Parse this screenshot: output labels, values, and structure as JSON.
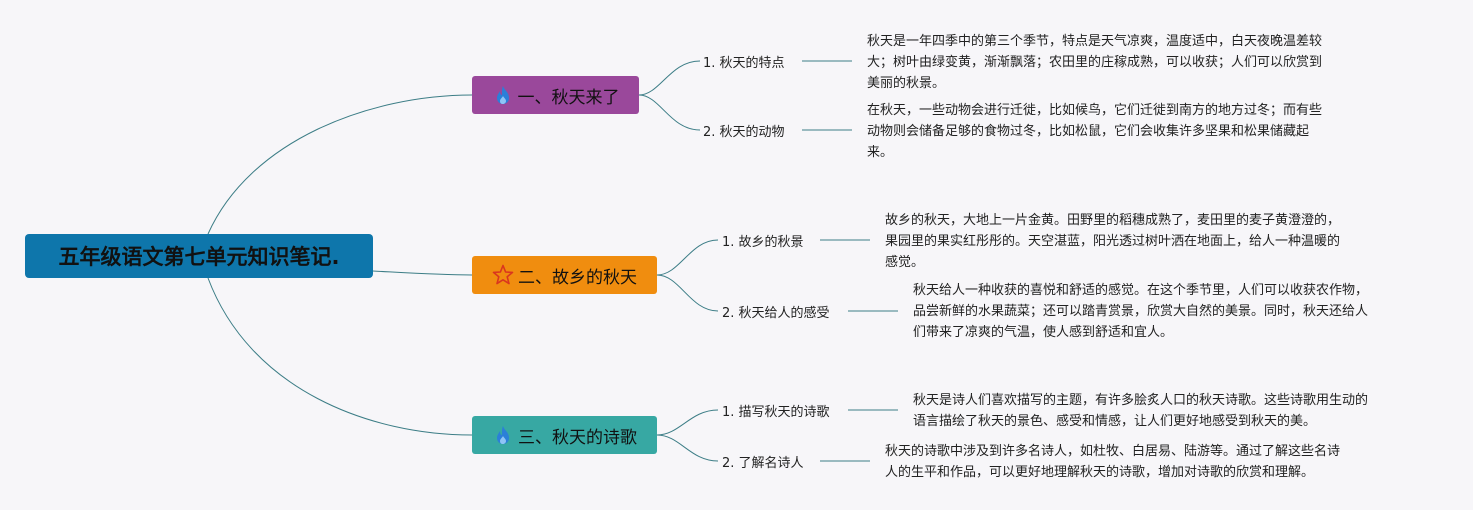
{
  "title": "五年级语文第七单元知识笔记.",
  "colors": {
    "root": "#0e76ab",
    "branch1": "#9a489b",
    "branch2": "#f08d0f",
    "branch3": "#37a8a3",
    "line": "#3c7d86"
  },
  "branches": [
    {
      "label": "一、秋天来了",
      "icon": "flame-icon",
      "children": [
        {
          "label": "1. 秋天的特点",
          "note_lines": [
            "秋天是一年四季中的第三个季节，特点是天气凉爽，温度适中，白天夜晚温差较",
            "大；树叶由绿变黄，渐渐飘落；农田里的庄稼成熟，可以收获；人们可以欣赏到",
            "美丽的秋景。"
          ]
        },
        {
          "label": "2. 秋天的动物",
          "note_lines": [
            "在秋天，一些动物会进行迁徙，比如候鸟，它们迁徙到南方的地方过冬；而有些",
            "动物则会储备足够的食物过冬，比如松鼠，它们会收集许多坚果和松果储藏起",
            "来。"
          ]
        }
      ]
    },
    {
      "label": "二、故乡的秋天",
      "icon": "star-icon",
      "children": [
        {
          "label": "1. 故乡的秋景",
          "note_lines": [
            "故乡的秋天，大地上一片金黄。田野里的稻穗成熟了，麦田里的麦子黄澄澄的，",
            "果园里的果实红彤彤的。天空湛蓝，阳光透过树叶洒在地面上，给人一种温暖的",
            "感觉。"
          ]
        },
        {
          "label": "2. 秋天给人的感受",
          "note_lines": [
            "秋天给人一种收获的喜悦和舒适的感觉。在这个季节里，人们可以收获农作物，",
            "品尝新鲜的水果蔬菜；还可以踏青赏景，欣赏大自然的美景。同时，秋天还给人",
            "们带来了凉爽的气温，使人感到舒适和宜人。"
          ]
        }
      ]
    },
    {
      "label": "三、秋天的诗歌",
      "icon": "flame-icon",
      "children": [
        {
          "label": "1. 描写秋天的诗歌",
          "note_lines": [
            "秋天是诗人们喜欢描写的主题，有许多脍炙人口的秋天诗歌。这些诗歌用生动的",
            "语言描绘了秋天的景色、感受和情感，让人们更好地感受到秋天的美。"
          ]
        },
        {
          "label": "2. 了解名诗人",
          "note_lines": [
            "秋天的诗歌中涉及到许多名诗人，如杜牧、白居易、陆游等。通过了解这些名诗",
            "人的生平和作品，可以更好地理解秋天的诗歌，增加对诗歌的欣赏和理解。"
          ]
        }
      ]
    }
  ]
}
